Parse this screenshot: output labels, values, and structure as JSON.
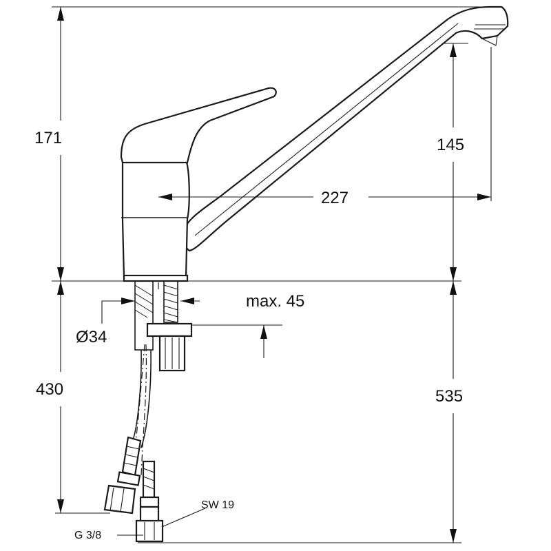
{
  "dimensions": {
    "height_total": "171",
    "spout_height": "145",
    "spout_reach": "227",
    "max_thickness": "max. 45",
    "hole_diameter": "Ø34",
    "hose_length_left": "430",
    "hose_length_right": "535"
  },
  "labels": {
    "thread": "G 3/8",
    "wrench_size": "SW 19"
  }
}
